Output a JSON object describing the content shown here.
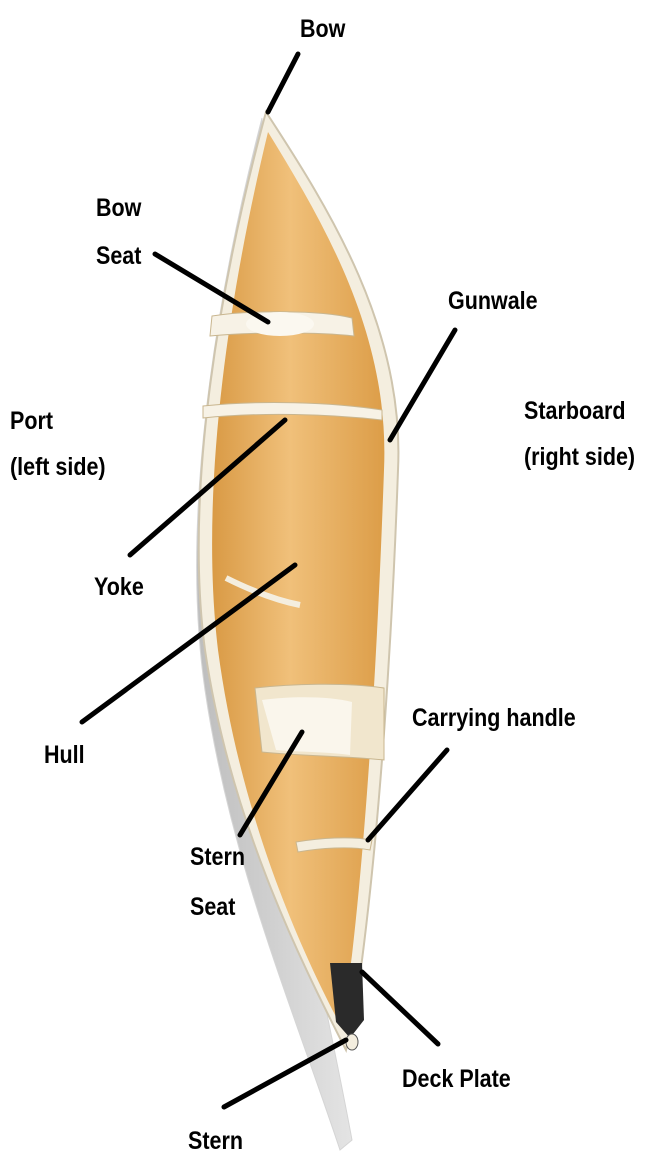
{
  "labels": {
    "bow": "Bow",
    "bow_seat": [
      "Bow",
      "Seat"
    ],
    "gunwale": "Gunwale",
    "port": [
      "Port",
      "(left side)"
    ],
    "starboard": [
      "Starboard",
      "(right side)"
    ],
    "yoke": "Yoke",
    "hull": "Hull",
    "carrying_handle": "Carrying handle",
    "stern_seat": [
      "Stern",
      "Seat"
    ],
    "deck_plate": "Deck Plate",
    "stern": "Stern"
  },
  "colors": {
    "hull_interior": "#e2a552",
    "hull_interior_light": "#f2c98c",
    "gunwale_trim": "#f4eedf",
    "outer_shadow": "#c9c9c9",
    "leader_line": "#000000",
    "deck_plate": "#2a2a2a"
  }
}
